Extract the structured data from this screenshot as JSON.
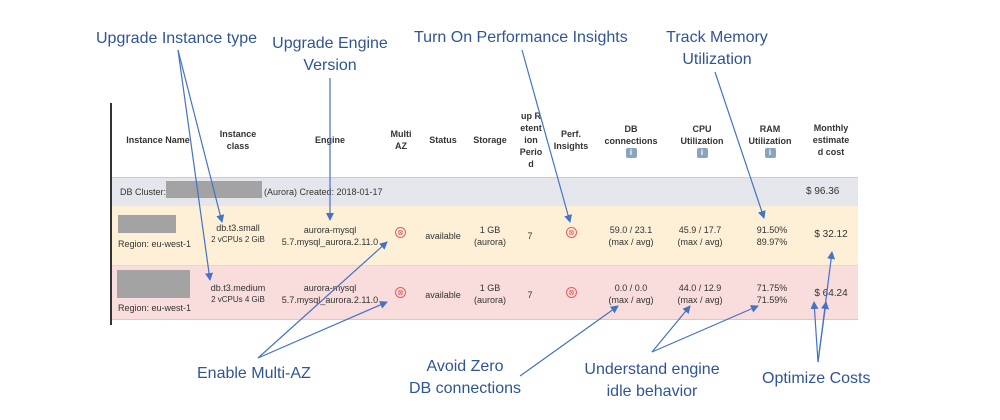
{
  "callouts": {
    "upgrade_instance_type": "Upgrade Instance type",
    "upgrade_engine_version_line1": "Upgrade Engine",
    "upgrade_engine_version_line2": "Version",
    "turn_on_perf_insights": "Turn On Performance Insights",
    "track_memory_line1": "Track Memory",
    "track_memory_line2": "Utilization",
    "enable_multi_az": "Enable Multi-AZ",
    "avoid_zero_line1": "Avoid Zero",
    "avoid_zero_line2": "DB connections",
    "understand_idle_line1": "Understand engine",
    "understand_idle_line2": "idle behavior",
    "optimize_costs": "Optimize Costs"
  },
  "table": {
    "headers": {
      "instance_name": "Instance Name",
      "instance_class": [
        "Instance",
        "class"
      ],
      "engine": "Engine",
      "multi_az": [
        "Multi",
        "AZ"
      ],
      "status": "Status",
      "storage": "Storage",
      "backup_retention": [
        "up R",
        "etent",
        "ion",
        "Perio",
        "d"
      ],
      "perf_insights": [
        "Perf.",
        "Insights"
      ],
      "db_connections": [
        "DB",
        "connections"
      ],
      "cpu_utilization": [
        "CPU",
        "Utilization"
      ],
      "ram_utilization": [
        "RAM",
        "Utilization"
      ],
      "monthly_cost": [
        "Monthly",
        "estimate",
        "d cost"
      ]
    },
    "info_glyph": "i",
    "cluster": {
      "prefix": "DB Cluster:",
      "suffix": "(Aurora) Created: 2018-01-17",
      "cost": "$ 96.36"
    },
    "rows": [
      {
        "region": "Region: eu-west-1",
        "instance_class": "db.t3.small",
        "instance_spec": "2 vCPUs 2 GiB",
        "engine": "aurora-mysql",
        "engine_version": "5.7.mysql_aurora.2.11.0",
        "multi_az": "⊗",
        "status": "available",
        "storage": "1 GB",
        "storage_type": "(aurora)",
        "retention": "7",
        "perf_insights": "⊗",
        "db_connections": "59.0 / 23.1",
        "db_connections_sub": "(max / avg)",
        "cpu": "45.9 / 17.7",
        "cpu_sub": "(max / avg)",
        "ram_max": "91.50%",
        "ram_avg": "89.97%",
        "cost": "$ 32.12"
      },
      {
        "region": "Region: eu-west-1",
        "instance_class": "db.t3.medium",
        "instance_spec": "2 vCPUs 4 GiB",
        "engine": "aurora-mysql",
        "engine_version": "5.7.mysql_aurora.2.11.0",
        "multi_az": "⊗",
        "status": "available",
        "storage": "1 GB",
        "storage_type": "(aurora)",
        "retention": "7",
        "perf_insights": "⊗",
        "db_connections": "0.0 / 0.0",
        "db_connections_sub": "(max / avg)",
        "cpu": "44.0 / 12.9",
        "cpu_sub": "(max / avg)",
        "ram_max": "71.75%",
        "ram_avg": "71.59%",
        "cost": "$ 64.24"
      }
    ]
  },
  "colors": {
    "callout_text": "#2f5597",
    "arrow": "#4472c4",
    "cluster_band": "#e4e6ec",
    "row1_band": "#fdf0d6",
    "row2_band": "#f9dcdc",
    "redaction": "#a3a3a3",
    "warning_icon": "#e06060"
  }
}
